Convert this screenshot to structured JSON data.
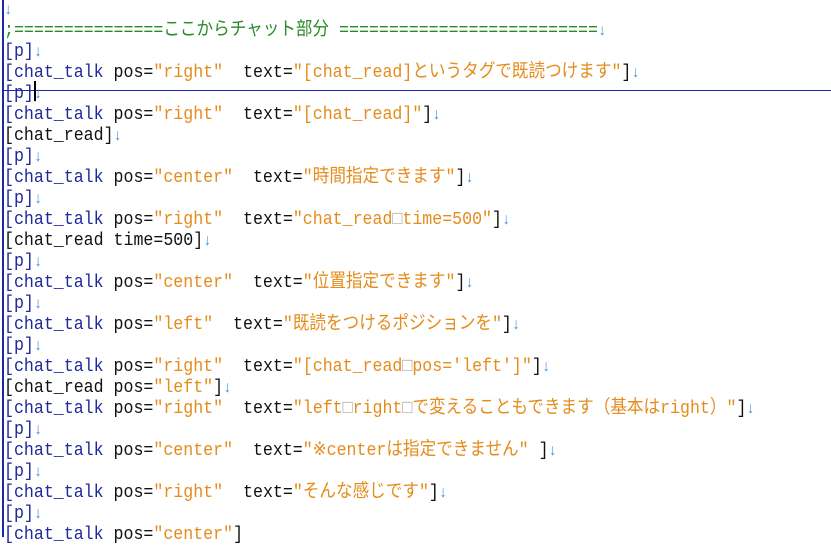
{
  "editor": {
    "cursor_line": 4,
    "colors": {
      "tag": "#1e2a9a",
      "value": "#e48c1c",
      "comment": "#2a8a2a",
      "newline": "#3b8de0",
      "whitespace": "#a8a8a8",
      "cursor_rule": "#1c2aa8"
    },
    "lines": [
      [
        [
          "n",
          "↓"
        ]
      ],
      [
        [
          "c",
          ";===============ここからチャット部分 =========================="
        ],
        [
          "n",
          "↓"
        ]
      ],
      [
        [
          "t",
          "[p]"
        ],
        [
          "n",
          "↓"
        ]
      ],
      [
        [
          "t",
          "[chat_talk"
        ],
        [
          "a",
          " pos="
        ],
        [
          "v",
          "\"right\""
        ],
        [
          "a",
          "  text="
        ],
        [
          "v",
          "\"[chat_read]というタグで既読つけます\""
        ],
        [
          "a",
          "]"
        ],
        [
          "n",
          "↓"
        ]
      ],
      [
        [
          "t",
          "[p]"
        ],
        [
          "n",
          "↓"
        ]
      ],
      [
        [
          "t",
          "[chat_talk"
        ],
        [
          "a",
          " pos="
        ],
        [
          "v",
          "\"right\""
        ],
        [
          "a",
          "  text="
        ],
        [
          "v",
          "\"[chat_read]\""
        ],
        [
          "a",
          "]"
        ],
        [
          "n",
          "↓"
        ]
      ],
      [
        [
          "r",
          "[chat_read]"
        ],
        [
          "n",
          "↓"
        ]
      ],
      [
        [
          "t",
          "[p]"
        ],
        [
          "n",
          "↓"
        ]
      ],
      [
        [
          "t",
          "[chat_talk"
        ],
        [
          "a",
          " pos="
        ],
        [
          "v",
          "\"center\""
        ],
        [
          "a",
          "  text="
        ],
        [
          "v",
          "\"時間指定できます\""
        ],
        [
          "a",
          "]"
        ],
        [
          "n",
          "↓"
        ]
      ],
      [
        [
          "t",
          "[p]"
        ],
        [
          "n",
          "↓"
        ]
      ],
      [
        [
          "t",
          "[chat_talk"
        ],
        [
          "a",
          " pos="
        ],
        [
          "v",
          "\"right\""
        ],
        [
          "a",
          "  text="
        ],
        [
          "v",
          "\"chat_read"
        ],
        [
          "w",
          "□"
        ],
        [
          "v",
          "time=500\""
        ],
        [
          "a",
          "]"
        ],
        [
          "n",
          "↓"
        ]
      ],
      [
        [
          "r",
          "[chat_read time=500]"
        ],
        [
          "n",
          "↓"
        ]
      ],
      [
        [
          "t",
          "[p]"
        ],
        [
          "n",
          "↓"
        ]
      ],
      [
        [
          "t",
          "[chat_talk"
        ],
        [
          "a",
          " pos="
        ],
        [
          "v",
          "\"center\""
        ],
        [
          "a",
          "  text="
        ],
        [
          "v",
          "\"位置指定できます\""
        ],
        [
          "a",
          "]"
        ],
        [
          "n",
          "↓"
        ]
      ],
      [
        [
          "t",
          "[p]"
        ],
        [
          "n",
          "↓"
        ]
      ],
      [
        [
          "t",
          "[chat_talk"
        ],
        [
          "a",
          " pos="
        ],
        [
          "v",
          "\"left\""
        ],
        [
          "a",
          "  text="
        ],
        [
          "v",
          "\"既読をつけるポジションを\""
        ],
        [
          "a",
          "]"
        ],
        [
          "n",
          "↓"
        ]
      ],
      [
        [
          "t",
          "[p]"
        ],
        [
          "n",
          "↓"
        ]
      ],
      [
        [
          "t",
          "[chat_talk"
        ],
        [
          "a",
          " pos="
        ],
        [
          "v",
          "\"right\""
        ],
        [
          "a",
          "  text="
        ],
        [
          "v",
          "\"[chat_read"
        ],
        [
          "w",
          "□"
        ],
        [
          "v",
          "pos='left']\""
        ],
        [
          "a",
          "]"
        ],
        [
          "n",
          "↓"
        ]
      ],
      [
        [
          "r",
          "[chat_read pos="
        ],
        [
          "v",
          "\"left\""
        ],
        [
          "r",
          "]"
        ],
        [
          "n",
          "↓"
        ]
      ],
      [
        [
          "t",
          "[chat_talk"
        ],
        [
          "a",
          " pos="
        ],
        [
          "v",
          "\"right\""
        ],
        [
          "a",
          "  text="
        ],
        [
          "v",
          "\"left"
        ],
        [
          "w",
          "□"
        ],
        [
          "v",
          "right"
        ],
        [
          "w",
          "□"
        ],
        [
          "v",
          "で変えることもできます（基本はright）\""
        ],
        [
          "a",
          "]"
        ],
        [
          "n",
          "↓"
        ]
      ],
      [
        [
          "t",
          "[p]"
        ],
        [
          "n",
          "↓"
        ]
      ],
      [
        [
          "t",
          "[chat_talk"
        ],
        [
          "a",
          " pos="
        ],
        [
          "v",
          "\"center\""
        ],
        [
          "a",
          "  text="
        ],
        [
          "v",
          "\"※centerは指定できません\""
        ],
        [
          "a",
          " ]"
        ],
        [
          "n",
          "↓"
        ]
      ],
      [
        [
          "t",
          "[p]"
        ],
        [
          "n",
          "↓"
        ]
      ],
      [
        [
          "t",
          "[chat_talk"
        ],
        [
          "a",
          " pos="
        ],
        [
          "v",
          "\"right\""
        ],
        [
          "a",
          "  text="
        ],
        [
          "v",
          "\"そんな感じです\""
        ],
        [
          "a",
          "]"
        ],
        [
          "n",
          "↓"
        ]
      ],
      [
        [
          "t",
          "[p]"
        ],
        [
          "n",
          "↓"
        ]
      ],
      [
        [
          "t",
          "[chat_talk"
        ],
        [
          "a",
          " pos="
        ],
        [
          "v",
          "\"center\""
        ],
        [
          "a",
          "]"
        ]
      ]
    ]
  }
}
